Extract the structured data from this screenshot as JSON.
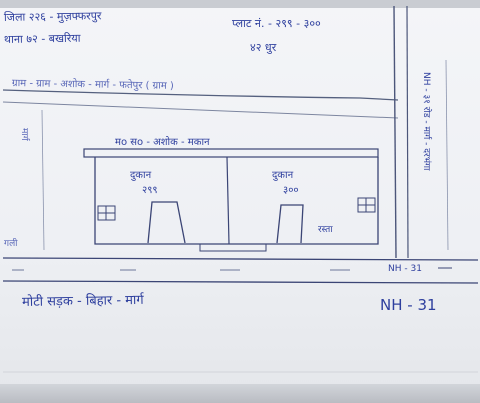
{
  "header": {
    "line1_left": "जिला २२६ - मुज़फ्फरपुर",
    "line2_left": "थाना ७२ - बखरिया",
    "plot_line": "प्लाट नं. - २९९ - ३००",
    "area_line": "४२ धुर"
  },
  "road_top": "ग्राम - ग्राम - अशोक - मार्ग - फतेपुर ( ग्राम )",
  "house_label": "मo सo - अशोक - मकान",
  "shops": [
    {
      "label": "दुकान",
      "number": "२९९"
    },
    {
      "label": "दुकान",
      "number": "३००"
    }
  ],
  "shop_side_note": "रस्ता",
  "left_margin_top": "मार्ग",
  "left_margin_bottom": "गली",
  "right_road": "NH - ३१ रोड - मार्ग - दरभंगा",
  "road_label_small": "NH - 31",
  "bottom_road": "मोटी सड़क - बिहार - मार्ग",
  "bottom_nh": "NH - 31",
  "colors": {
    "ink": "#2e3f9e",
    "paper": "#f4f5f8"
  }
}
